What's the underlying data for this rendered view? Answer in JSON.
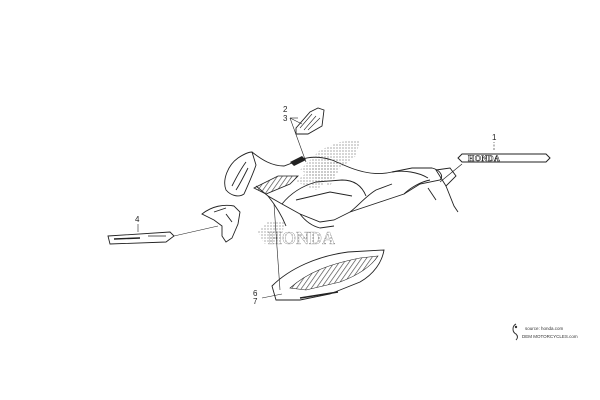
{
  "diagram": {
    "callouts": [
      {
        "id": "c1",
        "text": "1"
      },
      {
        "id": "c2",
        "text": "2"
      },
      {
        "id": "c3",
        "text": "3"
      },
      {
        "id": "c4",
        "text": "4"
      },
      {
        "id": "c6",
        "text": "6"
      },
      {
        "id": "c7",
        "text": "7"
      }
    ],
    "emblem_text": "HONDA",
    "body_logo_text": "HONDA"
  },
  "credit": {
    "source": "source: honda.com",
    "site": "DEM MOTORCYCLES.com"
  },
  "colors": {
    "line": "#222222",
    "hatch": "#555555",
    "fill": "#ffffff"
  }
}
